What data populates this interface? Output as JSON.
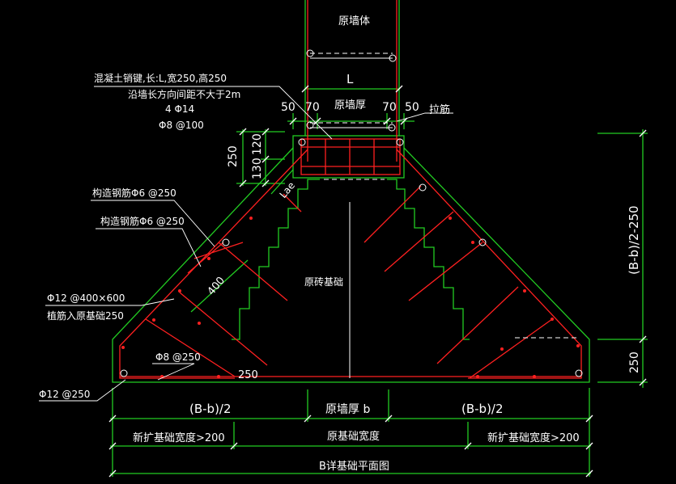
{
  "colors": {
    "background": "#000000",
    "green": "#22cc22",
    "red": "#ff2020",
    "white": "#ffffff",
    "yellow": "#ffff00"
  },
  "labels": {
    "wall_body": "原墙体",
    "dim_L": "L",
    "wall_thickness": "原墙厚",
    "dim_50_left": "50",
    "dim_70_left": "70",
    "dim_70_right": "70",
    "dim_50_right": "50",
    "tie_bar": "拉筋",
    "anchor_line1": "混凝土销键,长:L,宽250,高250",
    "anchor_line2": "沿墙长方向间距不大于2m",
    "anchor_line3": "4 Φ14",
    "anchor_line4": "Φ8 @100",
    "dim_250_left": "250",
    "dim_130": "130",
    "dim_120": "120",
    "dim_lae": "Lae",
    "construct_bar1": "构造钢筋Φ6 @250",
    "construct_bar2": "构造钢筋Φ6 @250",
    "dim_400": "400",
    "orig_foundation": "原砖基础",
    "anchor_bar_line1": "Φ12 @400×600",
    "anchor_bar_line2": "植筋入原基础250",
    "stirrup_label": "Φ8 @250",
    "dim_250_bottom": "250",
    "bottom_bar": "Φ12 @250",
    "dim_Bb2_left": "(B-b)/2",
    "wall_thick_b": "原墙厚 b",
    "dim_Bb2_right": "(B-b)/2",
    "new_width_left": "新扩基础宽度>200",
    "orig_width": "原基础宽度",
    "new_width_right": "新扩基础宽度>200",
    "B_total": "B详基础平面图",
    "dim_right_upper": "(B-b)/2-250",
    "dim_right_lower": "250"
  }
}
